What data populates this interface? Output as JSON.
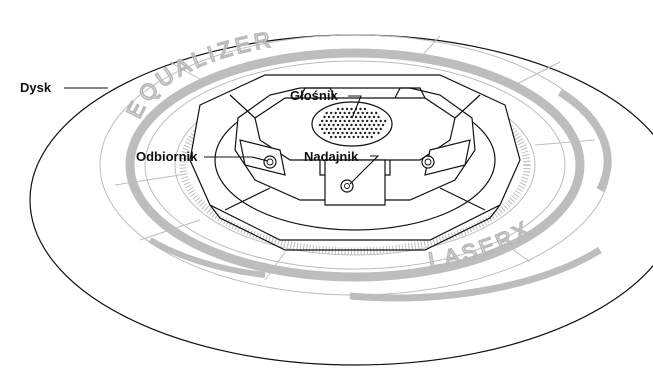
{
  "diagram": {
    "labels": {
      "disc": "Dysk",
      "speaker": "Głośnik",
      "receiver": "Odbiornik",
      "transmitter": "Nadajnik"
    },
    "decorative_text": {
      "equalizer": "EQUALIZER",
      "laserx": "LASERX"
    },
    "colors": {
      "line": "#111111",
      "decor": "#bdbdbd",
      "background": "#ffffff"
    }
  }
}
